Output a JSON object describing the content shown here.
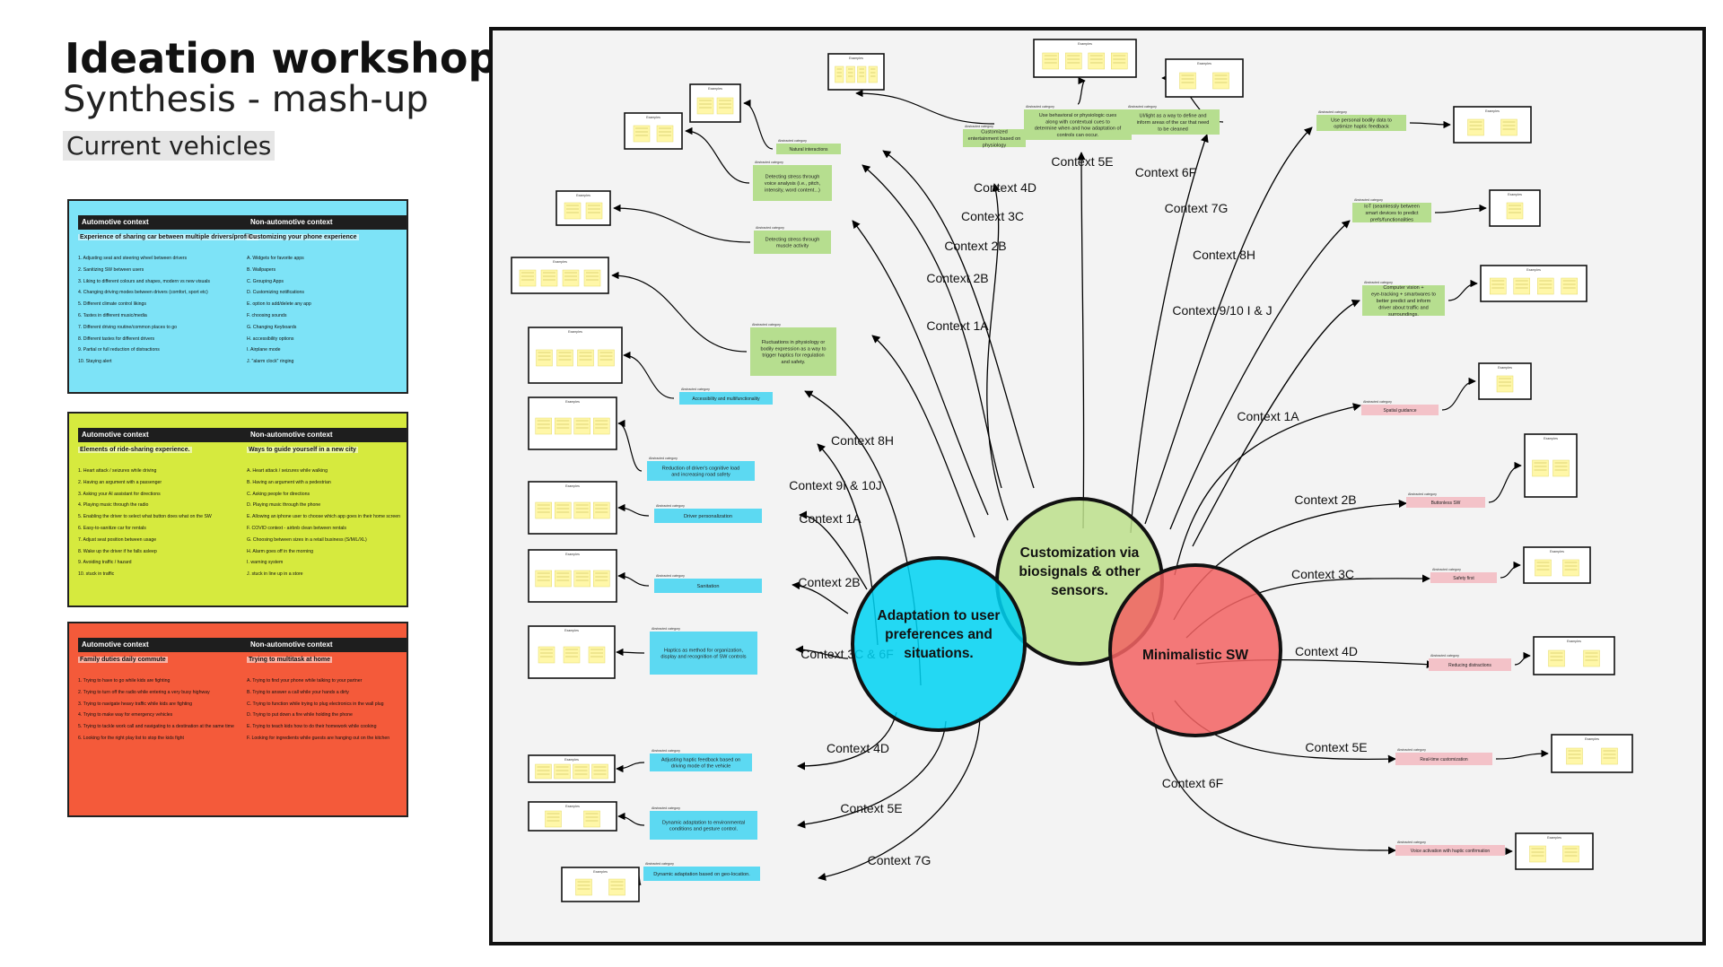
{
  "header": {
    "title": "Ideation workshop",
    "subtitle": "Synthesis - mash-up",
    "section": "Current vehicles"
  },
  "cards": [
    {
      "color": "#7de3f7",
      "auto": {
        "title": "Automotive context",
        "subtitle": "Experience of sharing car between multiple drivers/profiles",
        "items": [
          "1.   Adjusting seat and steering wheel between drivers",
          "2.   Sanitizing SW between users",
          "3.   Liking to different colours and shapes, modern vs new visuals",
          "4.   Changing driving modes between drivers (comfort, sport etc)",
          "5.   Different climate control likings",
          "6.   Tastes in different music/media",
          "7.   Different driving routine/common places to go",
          "8.   Different tastes for different drivers",
          "9.   Partial or full reduction of distractions",
          "10.    Staying alert"
        ]
      },
      "non": {
        "title": "Non-automotive context",
        "subtitle": "Customizing your phone experience",
        "items": [
          "A.   Widgets for favorite apps",
          "B.   Wallpapers",
          "C.   Grouping Apps",
          "D.   Customizing notifications",
          "E.   option to add/delete any app",
          "F.   choosing sounds",
          "G.   Changing Keyboards",
          "H.   accessibility options",
          "I.   Airplane mode",
          "J.   \"alarm clock\" ringing"
        ]
      }
    },
    {
      "color": "#d6ea3e",
      "auto": {
        "title": "Automotive context",
        "subtitle": "Elements of ride-sharing experience.",
        "items": [
          "1. Heart attack / seizures while driving",
          "2. Having an argument with a passenger",
          "3. Asking your AI assistant for directions",
          "4. Playing music through the radio",
          "5. Enabling the driver to select what button does what on the SW",
          "6. Easy-to-sanitize car for rentals",
          "7. Adjust seat position between usage",
          "8. Wake up the driver if he falls asleep",
          "9. Avoiding traffic / hazard",
          "10. stuck in traffic"
        ]
      },
      "non": {
        "title": "Non-automotive context",
        "subtitle": "Ways to guide yourself in a new city",
        "items": [
          "A. Heart attack / seizures while walking",
          "B. Having an argument with a pedestrian",
          "C. Asking people for directions",
          "D. Playing music through the phone",
          "E. Allowing an iphone user to choose which app goes in their home screen",
          "F. COVID context - airbnb clean between rentals",
          "G. Choosing between sizes in a retail business (S/M/L/XL)",
          "H. Alarm goes off in the morning",
          "I. warning system",
          "J. stuck in line up in a store"
        ]
      }
    },
    {
      "color": "#f45a3a",
      "auto": {
        "title": "Automotive context",
        "subtitle": "Family duties daily commute",
        "items": [
          "1. Trying to have to go while kids are fighting",
          "2. Trying to turn off the radio while entering a very busy highway",
          "3. Trying to navigate heavy traffic while kids are fighting",
          "4. Trying to make way for emergency vehicles",
          "5. Trying to tackle work call and navigating to a destination at the same time",
          "6. Looking for the right play list to stop the kids fight"
        ]
      },
      "non": {
        "title": "Non-automotive context",
        "subtitle": "Trying to multitask at home",
        "items": [
          "A. Trying to find your phone while talking to your partner",
          "B. Trying to answer a call while your hands a dirty",
          "C. Trying to function while trying to plug electronics in the wall plug",
          "D. Trying to put down a fire while holding the phone",
          "E. Trying to teach kids how to do their homework while cooking",
          "F. Looking for ingredients while guests are hanging out on the kitchen"
        ]
      }
    }
  ],
  "circles": {
    "customization": "Customization via biosignals & other sensors.",
    "adaptation": "Adaptation to user preferences and situations.",
    "minimalistic": "Minimalistic SW"
  },
  "colors": {
    "green": "#bde08c",
    "cyan": "#00d3f2",
    "red": "#f26363",
    "stickyGreen": "#b6de8f",
    "stickyCyan": "#5cd9f2",
    "stickyPink": "#f3c2c8",
    "note": "#fff7a8"
  },
  "labels": {
    "abstracted": "Abstracted category",
    "examples": "Examples"
  },
  "branches": {
    "green": [
      {
        "context": "Context 4D",
        "category": "Customized entertainment based on physiology"
      },
      {
        "context": "Context 5E",
        "category": "Use behavioral or physiologic cues along with contextual cues to determine when and how adaptation of controls can occur."
      },
      {
        "context": "Context 6F",
        "category": "UI/light as a way to define and inform areas of the car that need to be cleaned"
      },
      {
        "context": "Context 3C",
        "category": "Natural interactions"
      },
      {
        "context": "Context 2B",
        "category": "Detecting stress through voice analysis (i.e., pitch, intensity, word content...)"
      },
      {
        "context": "Context 2B",
        "category": "Detecting stress through muscle activity"
      },
      {
        "context": "Context 1A",
        "category": "Fluctuations in physiology or bodily expression as a way to trigger haptics for regulation and safety."
      },
      {
        "context": "Context 7G",
        "category": "Use personal bodily data to optimize haptic feedback"
      },
      {
        "context": "Context 8H",
        "category": "IoT (seamlessly between smart devices to predict prefs/functionalities"
      },
      {
        "context": "Context 9/10 I & J",
        "category": "Computer vision + eye-tracking + smartwares to better predict and inform driver about traffic and surroundings."
      }
    ],
    "cyan": [
      {
        "context": "Context 8H",
        "category": "Accessibility and multifunctionality"
      },
      {
        "context": "Context 9I & 10J",
        "category": "Reduction of driver's cognitive load and increasing road safety"
      },
      {
        "context": "Context 1A",
        "category": "Driver personalization"
      },
      {
        "context": "Context 2B",
        "category": "Sanitation"
      },
      {
        "context": "Context 3C & 6F",
        "category": "Haptics as method for organization, display and recognition of SW controls"
      },
      {
        "context": "Context 4D",
        "category": "Adjusting haptic feedback based on driving mode of the vehicle"
      },
      {
        "context": "Context 5E",
        "category": "Dynamic adaptation to environmental conditions and gesture control."
      },
      {
        "context": "Context 7G",
        "category": "Dynamic adaptation based on geo-location."
      }
    ],
    "red": [
      {
        "context": "Context 1A",
        "category": "Spatial guidance"
      },
      {
        "context": "Context 2B",
        "category": "Buttonless SW"
      },
      {
        "context": "Context 3C",
        "category": "Safety first"
      },
      {
        "context": "Context 4D",
        "category": "Reducing distractions"
      },
      {
        "context": "Context 5E",
        "category": "Real-time customization"
      },
      {
        "context": "Context 6F",
        "category": "Voice activation with haptic confirmation"
      }
    ]
  }
}
